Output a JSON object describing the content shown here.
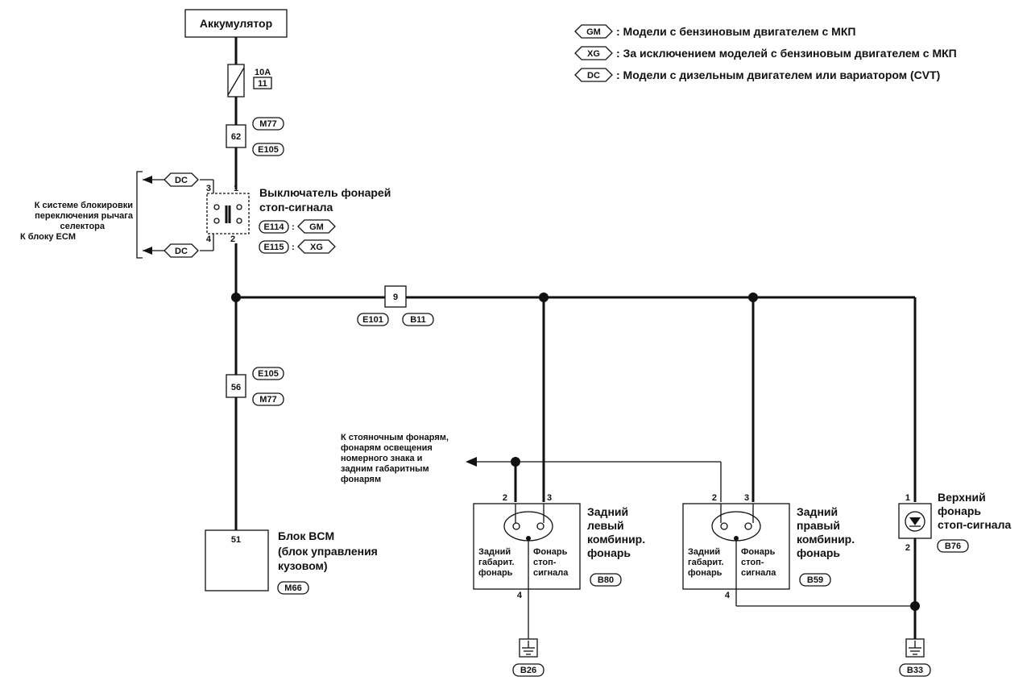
{
  "battery": "Аккумулятор",
  "fuse": {
    "rating": "10A",
    "number": "11"
  },
  "connectors": {
    "c62": "62",
    "c9": "9",
    "c56": "56",
    "c51": "51"
  },
  "tags": {
    "M77": "M77",
    "E105": "E105",
    "E101": "E101",
    "B11": "B11",
    "E114": "E114",
    "E115": "E115",
    "GM": "GM",
    "XG": "XG",
    "DC": "DC",
    "M66": "M66",
    "B80": "B80",
    "B59": "B59",
    "B76": "B76",
    "B26": "B26",
    "B33": "B33"
  },
  "legend": [
    {
      "code": "GM",
      "text": ": Модели с бензиновым двигателем с МКП"
    },
    {
      "code": "XG",
      "text": ": За исключением моделей с бензиновым двигателем с МКП"
    },
    {
      "code": "DC",
      "text": ": Модели с дизельным двигателем или вариатором (CVT)"
    }
  ],
  "stop_switch": {
    "line1": "Выключатель фонарей",
    "line2": "стоп-сигнала"
  },
  "left_dest": {
    "line1": "К системе блокировки",
    "line2": "переключения рычага",
    "line3": "селектора",
    "line4": "К блоку ECM"
  },
  "bcm": {
    "line1": "Блок BCM",
    "line2": "(блок управления",
    "line3": "кузовом)"
  },
  "parking": {
    "line1": "К стояночным фонарям,",
    "line2": "фонарям освещения",
    "line3": "номерного знака и",
    "line4": "задним габаритным",
    "line5": "фонарям"
  },
  "left_lamp": {
    "title1": "Задний",
    "title2": "левый",
    "title3": "комбинир.",
    "title4": "фонарь",
    "tail1": "Задний",
    "tail2": "габарит.",
    "tail3": "фонарь",
    "stop1": "Фонарь",
    "stop2": "стоп-",
    "stop3": "сигнала"
  },
  "right_lamp": {
    "title1": "Задний",
    "title2": "правый",
    "title3": "комбинир.",
    "title4": "фонарь",
    "tail1": "Задний",
    "tail2": "габарит.",
    "tail3": "фонарь",
    "stop1": "Фонарь",
    "stop2": "стоп-",
    "stop3": "сигнала"
  },
  "upper_lamp": {
    "line1": "Верхний",
    "line2": "фонарь",
    "line3": "стоп-сигнала"
  },
  "pins": {
    "p1": "1",
    "p2": "2",
    "p3": "3",
    "p4": "4"
  }
}
